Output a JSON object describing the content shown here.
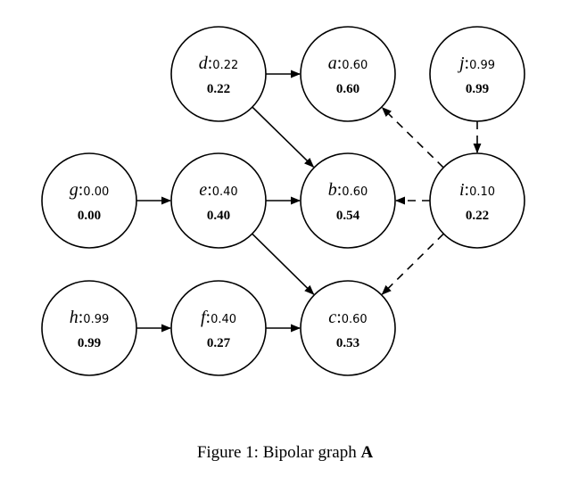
{
  "nodes": [
    {
      "id": "d",
      "base": "0.22",
      "strength": "0.22"
    },
    {
      "id": "a",
      "base": "0.60",
      "strength": "0.60"
    },
    {
      "id": "j",
      "base": "0.99",
      "strength": "0.99"
    },
    {
      "id": "g",
      "base": "0.00",
      "strength": "0.00"
    },
    {
      "id": "e",
      "base": "0.40",
      "strength": "0.40"
    },
    {
      "id": "b",
      "base": "0.60",
      "strength": "0.54"
    },
    {
      "id": "i",
      "base": "0.10",
      "strength": "0.22"
    },
    {
      "id": "h",
      "base": "0.99",
      "strength": "0.99"
    },
    {
      "id": "f",
      "base": "0.40",
      "strength": "0.27"
    },
    {
      "id": "c",
      "base": "0.60",
      "strength": "0.53"
    }
  ],
  "edges": [
    {
      "from": "d",
      "to": "a",
      "type": "support"
    },
    {
      "from": "d",
      "to": "b",
      "type": "support"
    },
    {
      "from": "g",
      "to": "e",
      "type": "support"
    },
    {
      "from": "e",
      "to": "b",
      "type": "support"
    },
    {
      "from": "e",
      "to": "c",
      "type": "support"
    },
    {
      "from": "h",
      "to": "f",
      "type": "support"
    },
    {
      "from": "f",
      "to": "c",
      "type": "support"
    },
    {
      "from": "j",
      "to": "i",
      "type": "attack"
    },
    {
      "from": "i",
      "to": "a",
      "type": "attack"
    },
    {
      "from": "i",
      "to": "b",
      "type": "attack"
    },
    {
      "from": "i",
      "to": "c",
      "type": "attack"
    }
  ],
  "caption": {
    "prefix": "Figure 1: Bipolar graph ",
    "graph_name": "A"
  }
}
